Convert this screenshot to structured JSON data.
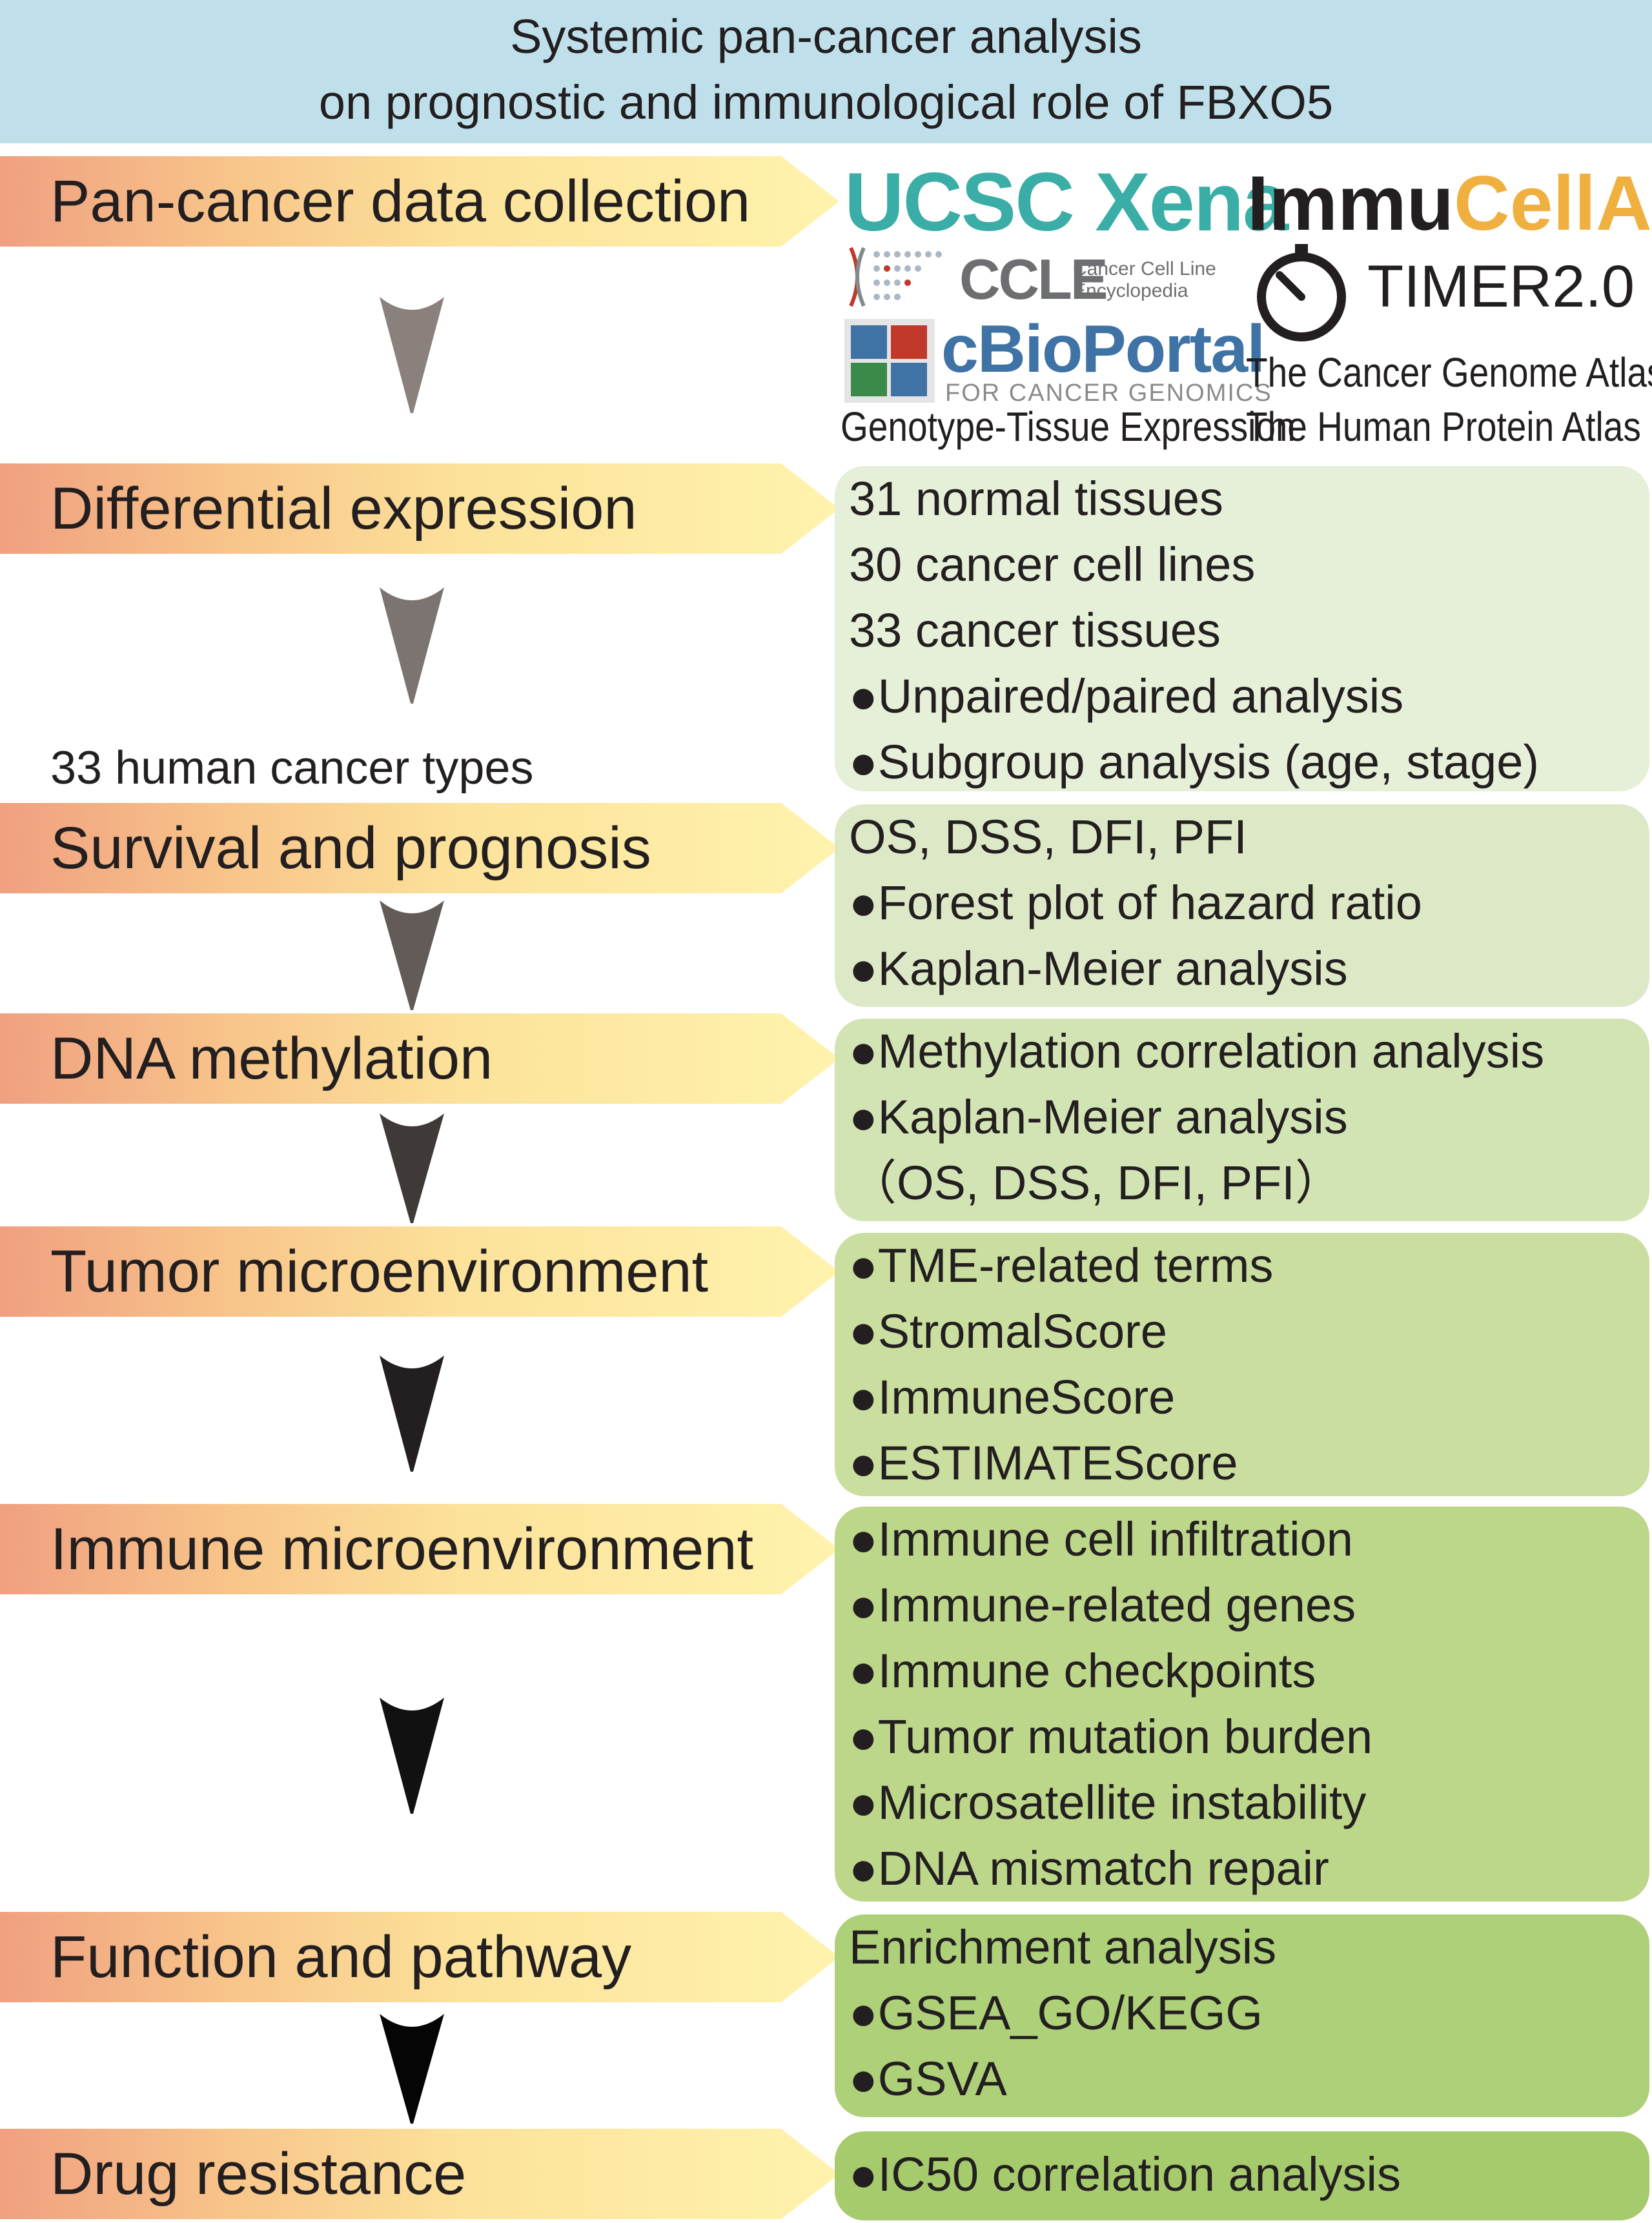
{
  "header": {
    "line1": "Systemic pan-cancer analysis",
    "line2": "on prognostic and immunological role of FBXO5"
  },
  "steps": [
    {
      "label": "Pan-cancer data collection"
    },
    {
      "label": "Differential expression"
    },
    {
      "label": "Survival and prognosis"
    },
    {
      "label": "DNA methylation"
    },
    {
      "label": "Tumor microenvironment"
    },
    {
      "label": "Immune microenvironment"
    },
    {
      "label": "Function and pathway"
    },
    {
      "label": "Drug resistance"
    }
  ],
  "side_note": "33 human cancer types",
  "data_sources": {
    "ucsc": "UCSC Xena",
    "immu_prefix": "Immu",
    "immu_suffix": "CellAI",
    "ccle": "CCLE",
    "ccle_sub1": "Cancer Cell Line",
    "ccle_sub2": "Encyclopedia",
    "timer": "TIMER2.0",
    "cbio": "cBioPortal",
    "cbio_sub": "FOR CANCER GENOMICS",
    "tcga": "The Cancer Genome Atlas",
    "gtex": "Genotype-Tissue Expression",
    "hpa": "The Human Protein Atlas"
  },
  "boxes": [
    {
      "lines": [
        "31 normal tissues",
        "30 cancer cell lines",
        "33 cancer tissues",
        "●Unpaired/paired analysis",
        "●Subgroup analysis (age, stage)"
      ]
    },
    {
      "lines": [
        "OS, DSS, DFI, PFI",
        "●Forest plot of hazard ratio",
        "●Kaplan-Meier analysis"
      ]
    },
    {
      "lines": [
        "●Methylation correlation analysis",
        "●Kaplan-Meier analysis",
        "（OS, DSS, DFI, PFI）"
      ]
    },
    {
      "lines": [
        "●TME-related terms",
        "●StromalScore",
        "●ImmuneScore",
        "●ESTIMATEScore"
      ]
    },
    {
      "lines": [
        "●Immune cell infiltration",
        "●Immune-related genes",
        "●Immune checkpoints",
        "●Tumor mutation burden",
        "●Microsatellite instability",
        "●DNA mismatch repair"
      ]
    },
    {
      "lines": [
        "Enrichment analysis",
        "●GSEA_GO/KEGG",
        "●GSVA"
      ]
    },
    {
      "lines": [
        "●IC50 correlation analysis"
      ]
    }
  ],
  "colors": {
    "header_bg": "#bfe0ea",
    "box1": "#e6efd8",
    "box2": "#dde9c6",
    "box3": "#d3e4b4",
    "box4": "#c9de9f",
    "box5": "#bcd68a",
    "box6": "#add079",
    "box7": "#a5cb6d",
    "ucsc_teal": "#3aaea6",
    "cbio_blue": "#3f73a5"
  }
}
